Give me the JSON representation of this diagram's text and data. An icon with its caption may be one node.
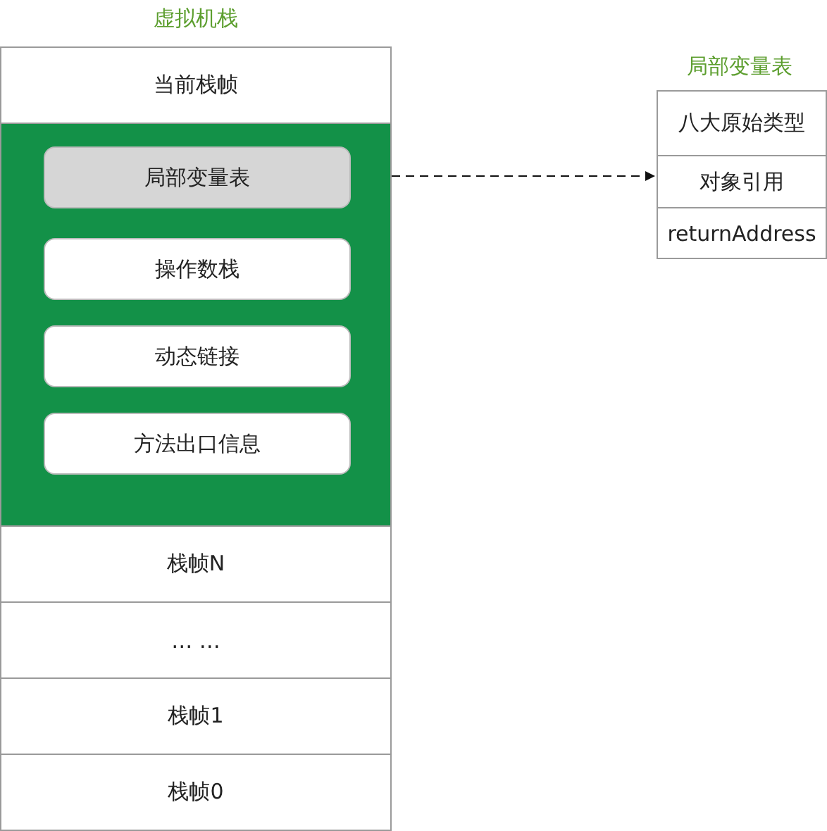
{
  "diagram": {
    "nodes": [
      {
        "text": [
          "虚拟机栈"
        ]
      },
      {
        "text": [
          "当前栈帧"
        ],
        "in": 0
      },
      {
        "text": [],
        "shape": "box",
        "in": 0
      },
      {
        "text": [
          "局部变量表"
        ],
        "in": 2
      },
      {
        "text": [
          "操作数栈"
        ],
        "in": 2
      },
      {
        "text": [
          "动态链接"
        ],
        "in": 2
      },
      {
        "text": [
          "方法出口信息"
        ],
        "in": 2
      },
      {
        "text": [
          "栈帧N"
        ],
        "in": 0
      },
      {
        "text": [
          "… …"
        ],
        "in": 0
      },
      {
        "text": [
          "栈帧1"
        ],
        "in": 0
      },
      {
        "text": [
          "栈帧0"
        ],
        "in": 0
      },
      {
        "text": [
          "局部变量表"
        ]
      },
      {
        "text": [
          "八大原始类型"
        ],
        "in": 11
      },
      {
        "text": [
          "对象引用"
        ],
        "in": 11
      },
      {
        "text": [
          "returnAddress"
        ],
        "in": 11
      }
    ],
    "edges": [
      {
        "from": 3,
        "to": 13,
        "arrow": "to",
        "style": "dashed"
      }
    ]
  }
}
